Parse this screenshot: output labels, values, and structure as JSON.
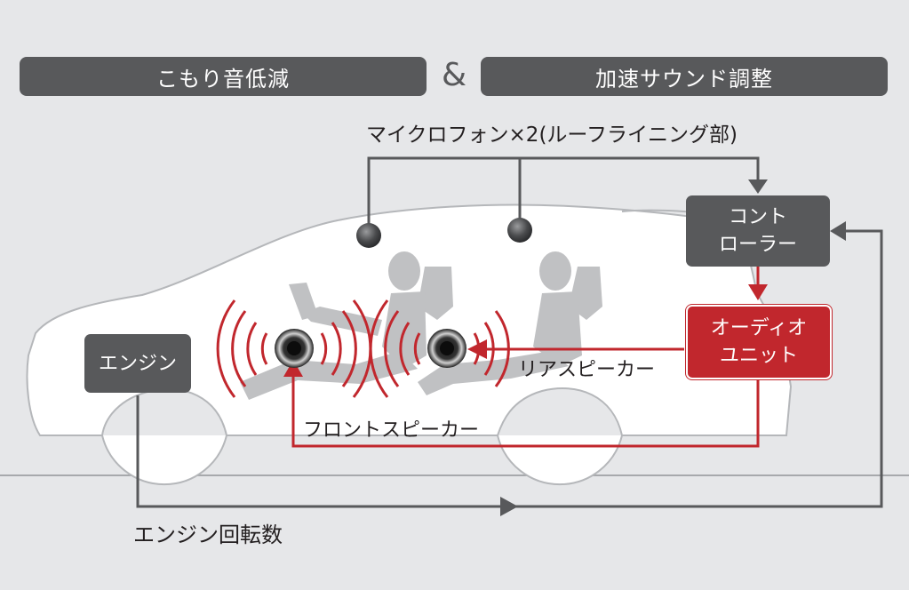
{
  "header": {
    "left_label": "こもり音低減",
    "ampersand": "&",
    "right_label": "加速サウンド調整"
  },
  "labels": {
    "microphone": "マイクロフォン×2(ルーフライニング部)",
    "controller": [
      "コント",
      "ローラー"
    ],
    "audio_unit": [
      "オーディオ",
      "ユニット"
    ],
    "engine": "エンジン",
    "rear_speaker": "リアスピーカー",
    "front_speaker": "フロントスピーカー",
    "engine_rpm": "エンジン回転数"
  },
  "colors": {
    "background": "#e6e7e9",
    "dark_box": "#58595b",
    "signal_red": "#c1272d",
    "line_gray": "#58595b",
    "car_body": "#ffffff"
  }
}
